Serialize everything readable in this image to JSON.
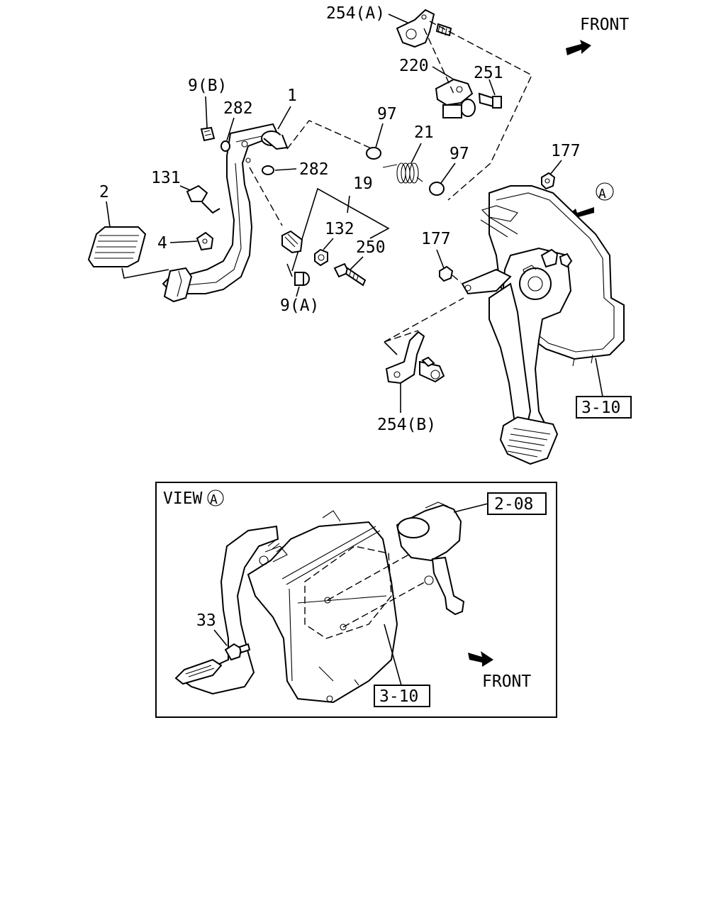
{
  "callouts": {
    "c254a": "254(A)",
    "c254b": "254(B)",
    "c220": "220",
    "c251": "251",
    "c1": "1",
    "c9b": "9(B)",
    "c9a": "9(A)",
    "c282a": "282",
    "c282b": "282",
    "c97a": "97",
    "c97b": "97",
    "c21": "21",
    "c19": "19",
    "c131": "131",
    "c2": "2",
    "c4": "4",
    "c132": "132",
    "c250": "250",
    "c177a": "177",
    "c177b": "177",
    "ref310a": "3-10",
    "ref310b": "3-10",
    "ref208": "2-08",
    "c33": "33"
  },
  "direction": {
    "front_top": "FRONT",
    "front_view": "FRONT",
    "view_label": "VIEW",
    "view_marker": "A",
    "marker_a": "A"
  },
  "colors": {
    "line": "#000000",
    "background": "#ffffff"
  }
}
